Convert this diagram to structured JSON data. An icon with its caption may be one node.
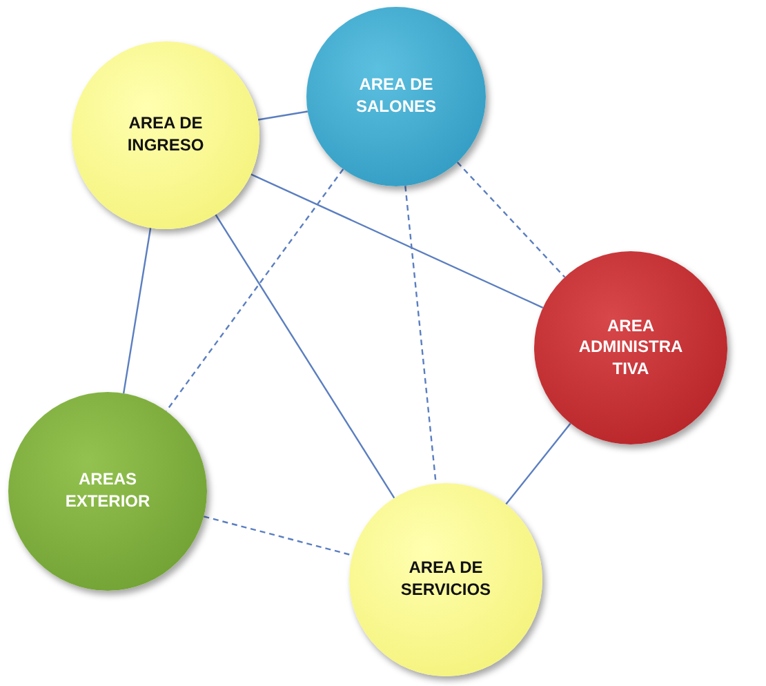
{
  "diagram": {
    "nodes": [
      {
        "text": [
          "AREA DE INGRESO"
        ]
      },
      {
        "text": [
          "AREA DE SALONES"
        ]
      },
      {
        "text": [
          "AREA ADMINISTRA TIVA"
        ]
      },
      {
        "text": [
          "AREAS EXTERIOR"
        ]
      },
      {
        "text": [
          "AREA DE SERVICIOS"
        ]
      }
    ],
    "edges": [
      {
        "from": 0,
        "to": 1,
        "arrow": "none"
      },
      {
        "from": 0,
        "to": 2,
        "arrow": "none"
      },
      {
        "from": 0,
        "to": 3,
        "arrow": "none"
      },
      {
        "from": 0,
        "to": 4,
        "arrow": "none"
      },
      {
        "from": 2,
        "to": 4,
        "arrow": "none"
      },
      {
        "from": 1,
        "to": 2,
        "arrow": "none",
        "style": "dashed"
      },
      {
        "from": 1,
        "to": 3,
        "arrow": "none",
        "style": "dashed"
      },
      {
        "from": 1,
        "to": 4,
        "arrow": "none",
        "style": "dashed"
      },
      {
        "from": 3,
        "to": 4,
        "arrow": "none",
        "style": "dashed"
      }
    ]
  }
}
